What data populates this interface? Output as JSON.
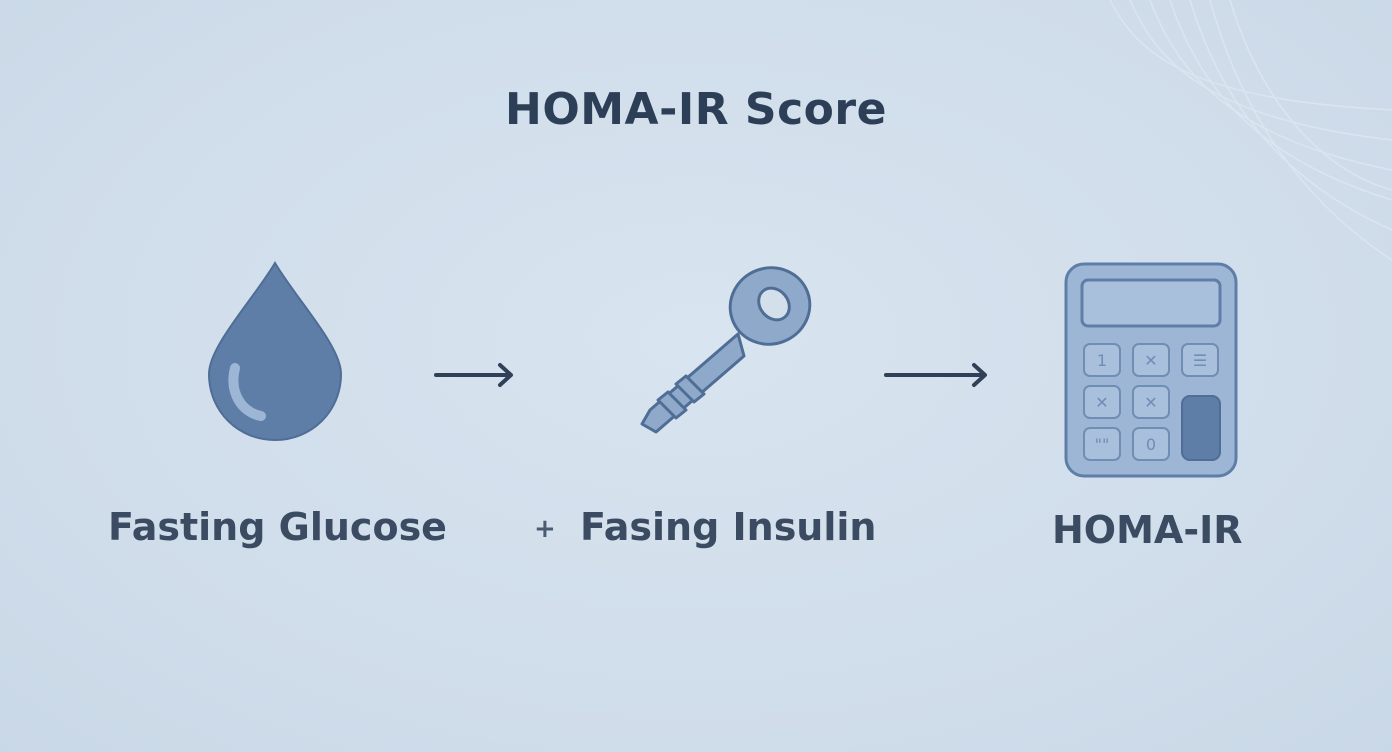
{
  "title": "HOMA-IR Score",
  "steps": [
    {
      "label": "Fasting Glucose",
      "icon": "blood-drop-icon"
    },
    {
      "label": "Fasing Insulin",
      "icon": "key-icon"
    },
    {
      "label": "HOMA-IR",
      "icon": "calculator-icon"
    }
  ],
  "operator": "+",
  "calculator_keys": [
    "1",
    "✕",
    "☰",
    "✕",
    "✕",
    "\"\"",
    "0"
  ],
  "colors": {
    "background": "#d3e0ec",
    "icon_dark": "#5e7ea8",
    "icon_light": "#9db6d6",
    "text": "#2d3f57",
    "arrow": "#2f4058"
  }
}
